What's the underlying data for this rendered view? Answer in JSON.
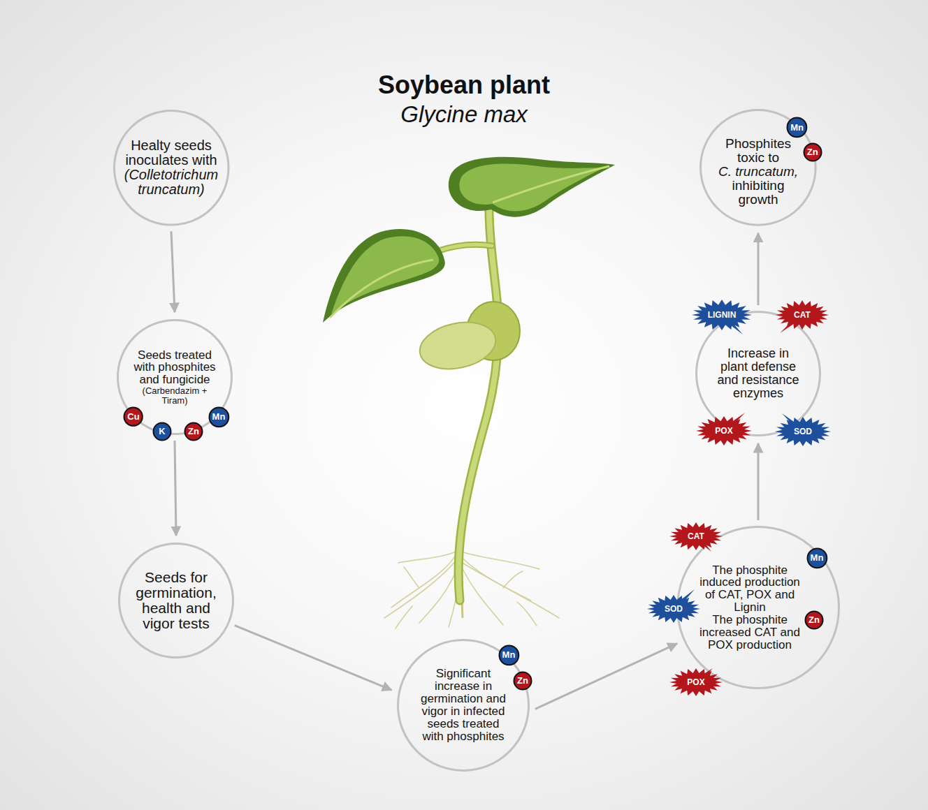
{
  "diagram": {
    "title": "Soybean plant",
    "nodes": [
      {
        "text": [
          "Healty seeds inoculates with",
          "(Colletotrichum truncatum)"
        ]
      },
      {
        "text": [
          "Seeds treated with phosphites and fungicide",
          "(Carbendazim + Tiram)"
        ]
      },
      {
        "text": [
          "Cu"
        ]
      },
      {
        "text": [
          "K"
        ]
      },
      {
        "text": [
          "Zn"
        ]
      },
      {
        "text": [
          "Mn"
        ]
      },
      {
        "text": [
          "Seeds for germination, health and vigor tests"
        ]
      },
      {
        "text": [
          "Significant increase in germination and vigor in infected seeds treated with phosphites"
        ]
      },
      {
        "text": [
          "Mn"
        ]
      },
      {
        "text": [
          "Zn"
        ]
      },
      {
        "text": [
          "The phosphite induced production of CAT, POX and Lignin",
          "The phosphite increased CAT and POX production"
        ]
      },
      {
        "text": [
          "Mn"
        ],
        "in": 10
      },
      {
        "text": [
          "Zn"
        ],
        "in": 10
      },
      {
        "text": [
          "CAT"
        ]
      },
      {
        "text": [
          "SOD"
        ]
      },
      {
        "text": [
          "POX"
        ]
      },
      {
        "text": [
          "Increase in plant defense and resistance enzymes"
        ]
      },
      {
        "text": [
          "LIGNIN"
        ]
      },
      {
        "text": [
          "CAT"
        ]
      },
      {
        "text": [
          "POX"
        ]
      },
      {
        "text": [
          "SOD"
        ]
      },
      {
        "text": [
          "Phosphites toxic to",
          "C. truncatum,",
          "inhibiting growth"
        ]
      },
      {
        "text": [
          "Mn"
        ]
      },
      {
        "text": [
          "Zn"
        ]
      }
    ],
    "edges": [
      {
        "from": 0,
        "to": 1,
        "arrow": "to"
      },
      {
        "from": 1,
        "to": 6,
        "arrow": "to"
      },
      {
        "from": 6,
        "to": 7,
        "arrow": "to"
      },
      {
        "from": 7,
        "to": 10,
        "arrow": "to"
      },
      {
        "from": 10,
        "to": 16,
        "arrow": "to"
      },
      {
        "from": 16,
        "to": 21,
        "arrow": "to"
      }
    ],
    "labels": [
      "Glycine max"
    ]
  }
}
